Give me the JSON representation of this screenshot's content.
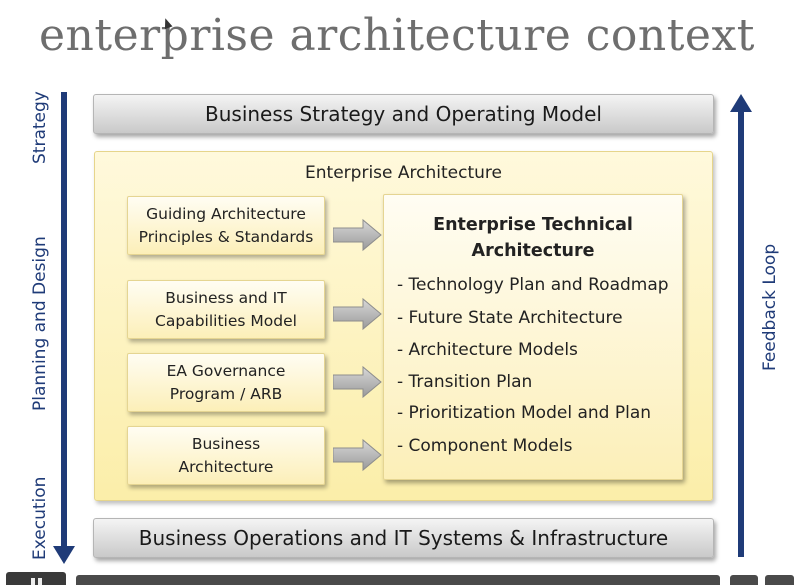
{
  "title": "enterprise architecture context",
  "left_axis": {
    "top_label": "Strategy",
    "middle_label": "Planning and Design",
    "bottom_label": "Execution"
  },
  "right_axis": {
    "label": "Feedback Loop"
  },
  "top_bar": "Business Strategy and Operating Model",
  "bottom_bar": "Business Operations and IT Systems & Infrastructure",
  "ea": {
    "title": "Enterprise Architecture",
    "inputs": [
      {
        "line1": "Guiding Architecture",
        "line2": "Principles & Standards"
      },
      {
        "line1": "Business and IT",
        "line2": "Capabilities Model"
      },
      {
        "line1": "EA Governance",
        "line2": "Program / ARB"
      },
      {
        "line1": "Business",
        "line2": "Architecture"
      }
    ],
    "technical": {
      "title_line1": "Enterprise Technical",
      "title_line2": "Architecture",
      "items": [
        "- Technology Plan and Roadmap",
        "- Future State Architecture",
        "- Architecture Models",
        "- Transition Plan",
        "- Prioritization Model and Plan",
        "- Component Models"
      ]
    }
  },
  "icons": {
    "left_arrow": "arrow-down-icon",
    "right_arrow": "arrow-up-icon",
    "flow_arrow": "arrow-right-icon"
  },
  "colors": {
    "axis": "#1f3b78",
    "ea_fill": "#fbeea9",
    "grey_bar": "#d6d6d6"
  }
}
